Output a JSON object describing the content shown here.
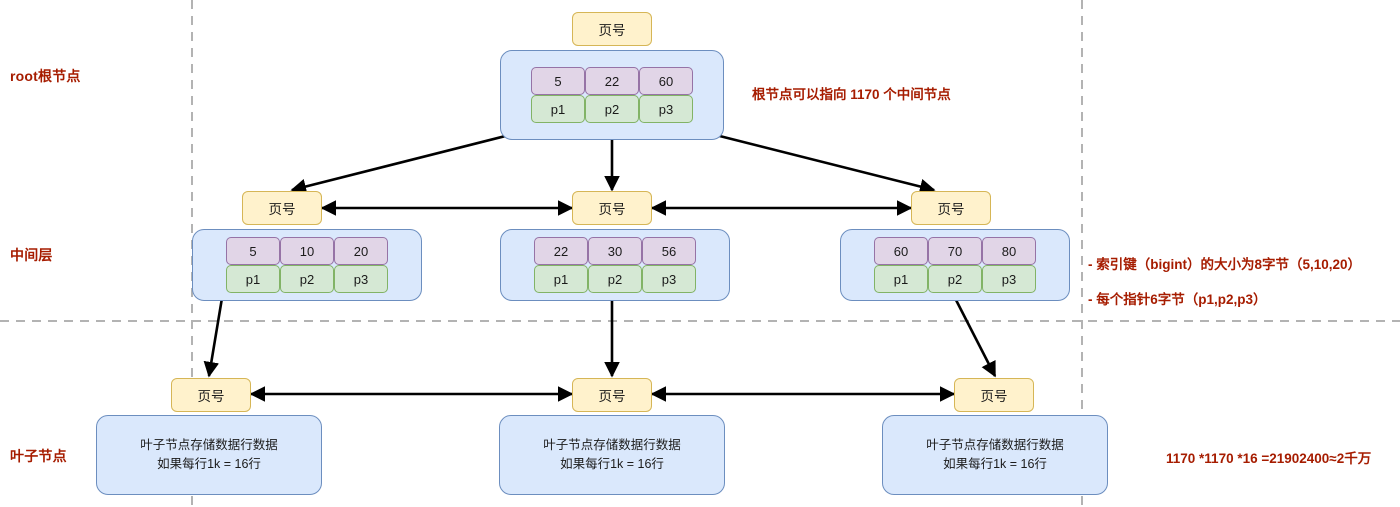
{
  "diagram": {
    "title": "B+ Tree index structure",
    "colors": {
      "annotation": "#a61c00",
      "node_fill": "#dae8fc",
      "node_stroke": "#6c8ebf",
      "key_fill": "#e1d5e7",
      "key_stroke": "#9673a6",
      "pointer_fill": "#d5e8d4",
      "pointer_stroke": "#82b366",
      "page_fill": "#fff2cc",
      "page_stroke": "#d6b656",
      "edge": "#000000",
      "guide": "#b3b3b3"
    }
  },
  "layer_labels": [
    {
      "id": "root",
      "text": "root根节点"
    },
    {
      "id": "middle",
      "text": "中间层"
    },
    {
      "id": "leaf",
      "text": "叶子节点"
    }
  ],
  "page_label": "页号",
  "root_node": {
    "page_label": "页号",
    "keys": [
      "5",
      "22",
      "60"
    ],
    "pointers": [
      "p1",
      "p2",
      "p3"
    ]
  },
  "middle_nodes": [
    {
      "page_label": "页号",
      "keys": [
        "5",
        "10",
        "20"
      ],
      "pointers": [
        "p1",
        "p2",
        "p3"
      ]
    },
    {
      "page_label": "页号",
      "keys": [
        "22",
        "30",
        "56"
      ],
      "pointers": [
        "p1",
        "p2",
        "p3"
      ]
    },
    {
      "page_label": "页号",
      "keys": [
        "60",
        "70",
        "80"
      ],
      "pointers": [
        "p1",
        "p2",
        "p3"
      ]
    }
  ],
  "leaf_nodes": [
    {
      "page_label": "页号",
      "line1": "叶子节点存储数据行数据",
      "line2": "如果每行1k = 16行"
    },
    {
      "page_label": "页号",
      "line1": "叶子节点存储数据行数据",
      "line2": "如果每行1k = 16行"
    },
    {
      "page_label": "页号",
      "line1": "叶子节点存储数据行数据",
      "line2": "如果每行1k = 16行"
    }
  ],
  "annotations": [
    {
      "id": "root-fanout",
      "text": "根节点可以指向 1170 个中间节点"
    },
    {
      "id": "index-key-size",
      "text": "- 索引键（bigint）的大小为8字节（5,10,20）"
    },
    {
      "id": "pointer-size",
      "text": "- 每个指针6字节（p1,p2,p3）"
    },
    {
      "id": "total-rows",
      "text": "1170 *1170 *16 =21902400≈2千万"
    }
  ]
}
